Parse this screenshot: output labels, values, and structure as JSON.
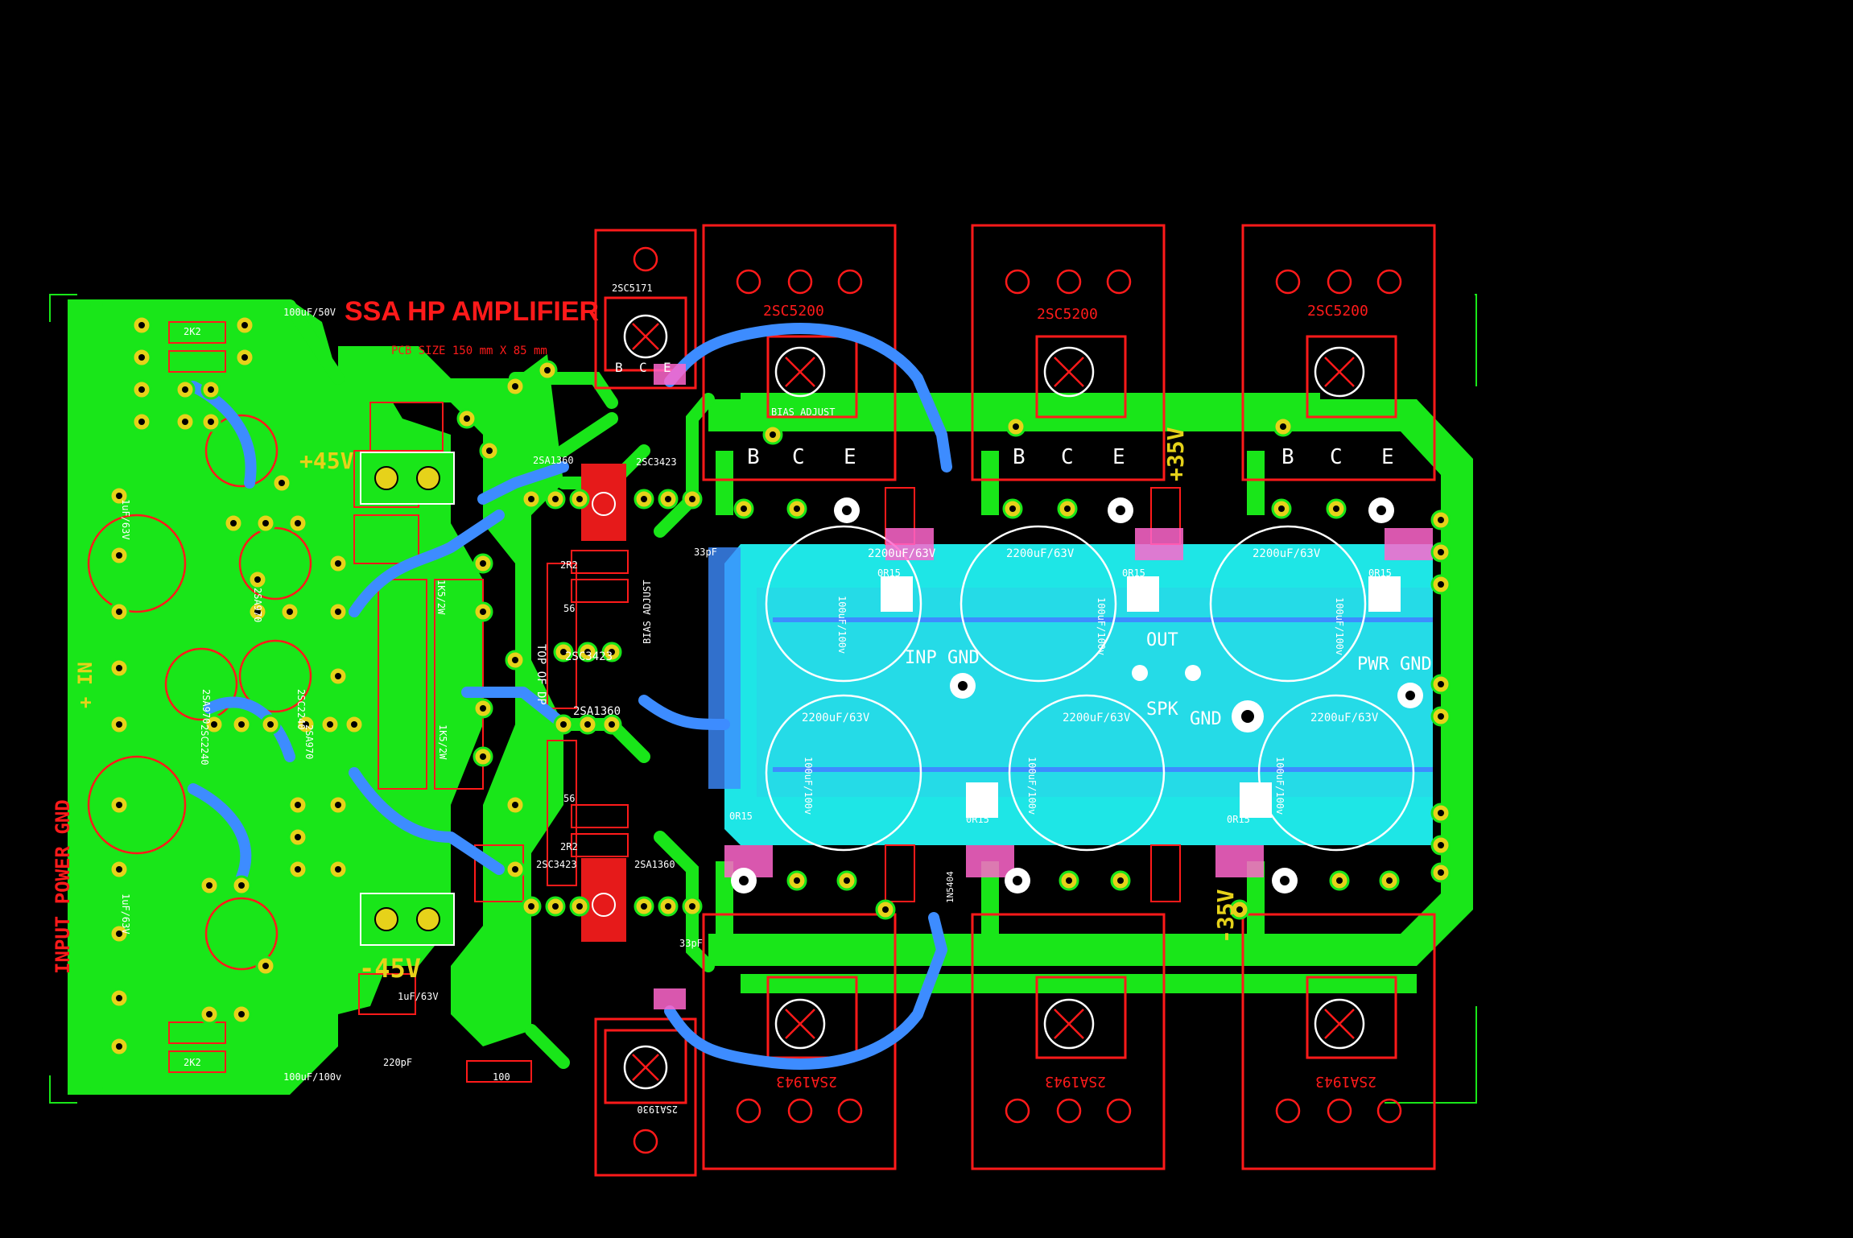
{
  "board": {
    "title": "SSA HP AMPLIFIER",
    "size": "PCB SIZE 150 mm X 85 mm"
  },
  "colors": {
    "background": "#000000",
    "copper": "#19e619",
    "outline": "#ff1a1a",
    "pad": "#e6d21a",
    "bottom_trace": "#3d8cff",
    "fill": "#1ee6e6",
    "silk": "#ffffff"
  },
  "rails": {
    "pos_main": "+45V",
    "neg_main": "-45V",
    "pos_out": "+35V",
    "neg_out": "-35V"
  },
  "labels": {
    "input_power_gnd": "INPUT POWER GND",
    "in": "+ IN",
    "inp_gnd": "INP GND",
    "out": "OUT",
    "spk": "SPK",
    "gnd": "GND",
    "pwr_gnd": "PWR GND",
    "bias_adjust": "BIAS ADJUST",
    "top_of_dp": "TOP OF DP",
    "bce": [
      "B",
      "C",
      "E"
    ]
  },
  "transistors": {
    "npn_out": "2SC5200",
    "pnp_out": "2SA1943",
    "driver_npn": "2SC5171",
    "driver_pnp": "2SA1930",
    "vas_npn": "2SC3423",
    "vas_pnp": "2SA1360",
    "small_a": "2SA970",
    "small_c": "2SC2240"
  },
  "parts": {
    "cap_bulk": "2200uF/63V",
    "cap_100": "100uF/100v",
    "cap_100_50": "100uF/50V",
    "cap_1u": "1uF/63V",
    "cap_220p": "220pF",
    "cap_33p": "33pF",
    "r_0r15": "0R15",
    "r_2r2": "2R2",
    "r_2k2": "2K2",
    "r_100": "100",
    "r_56": "56",
    "r_1k5": "1K5/2W",
    "diode": "1N5404"
  }
}
